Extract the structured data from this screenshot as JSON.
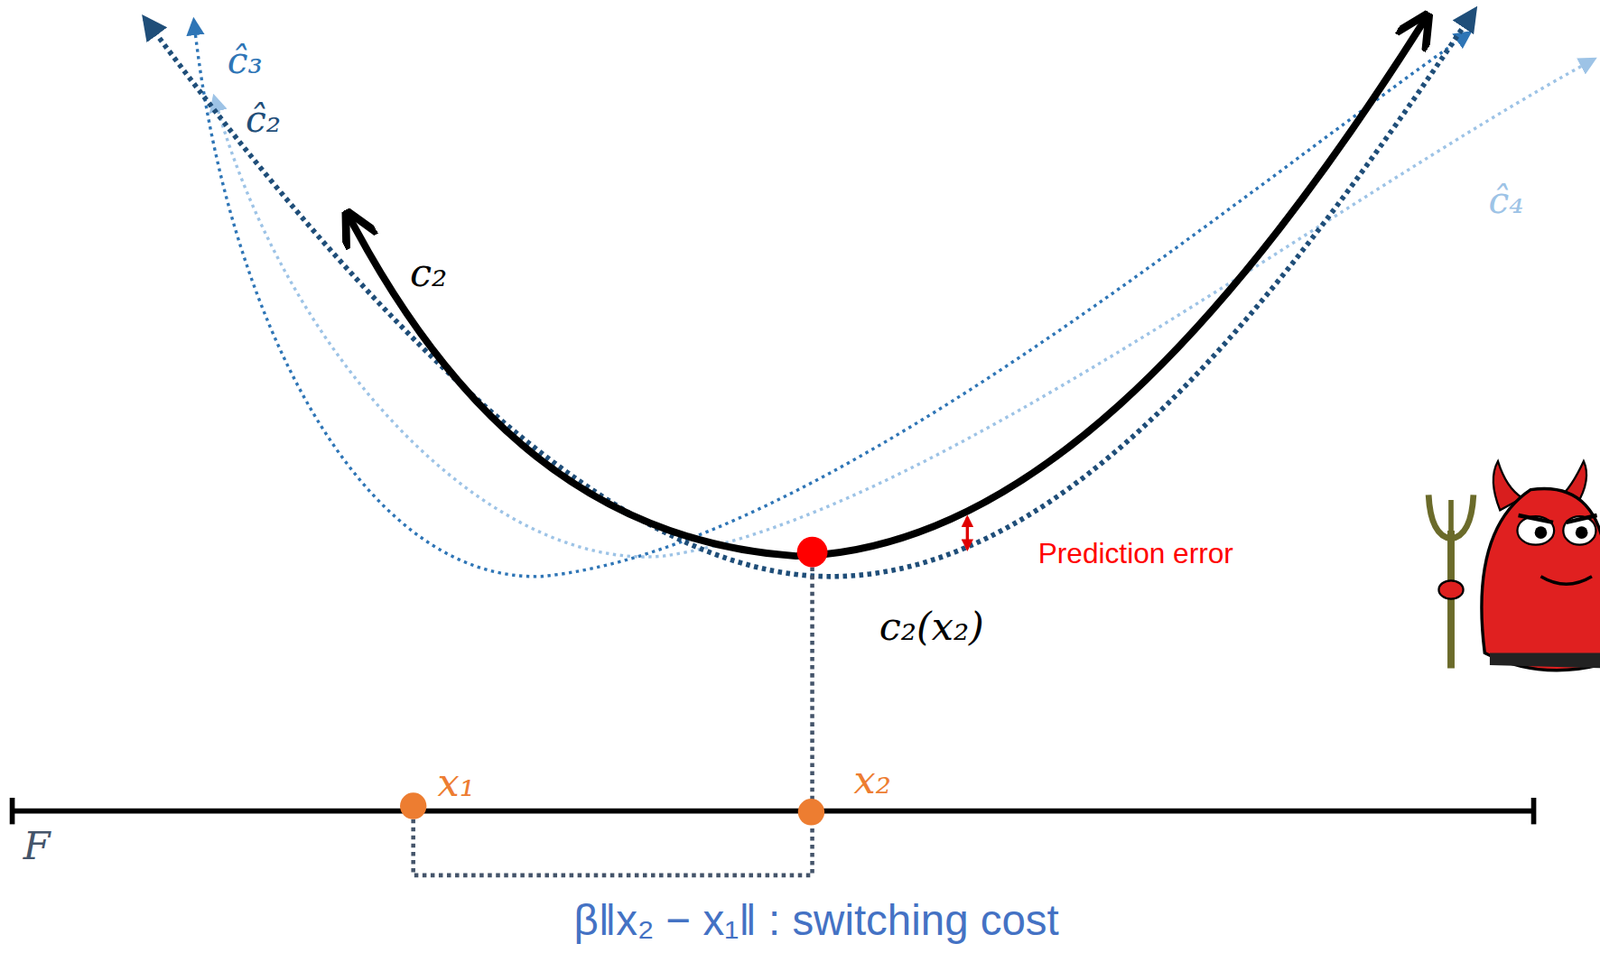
{
  "diagram": {
    "labels": [
      "ĉ₃",
      "ĉ₂",
      "c₂",
      "ĉ₄",
      "Prediction error",
      "c₂(x₂)",
      "x₁",
      "x₂",
      "F",
      "β‖x₂ − x₁‖ : switching cost"
    ]
  }
}
